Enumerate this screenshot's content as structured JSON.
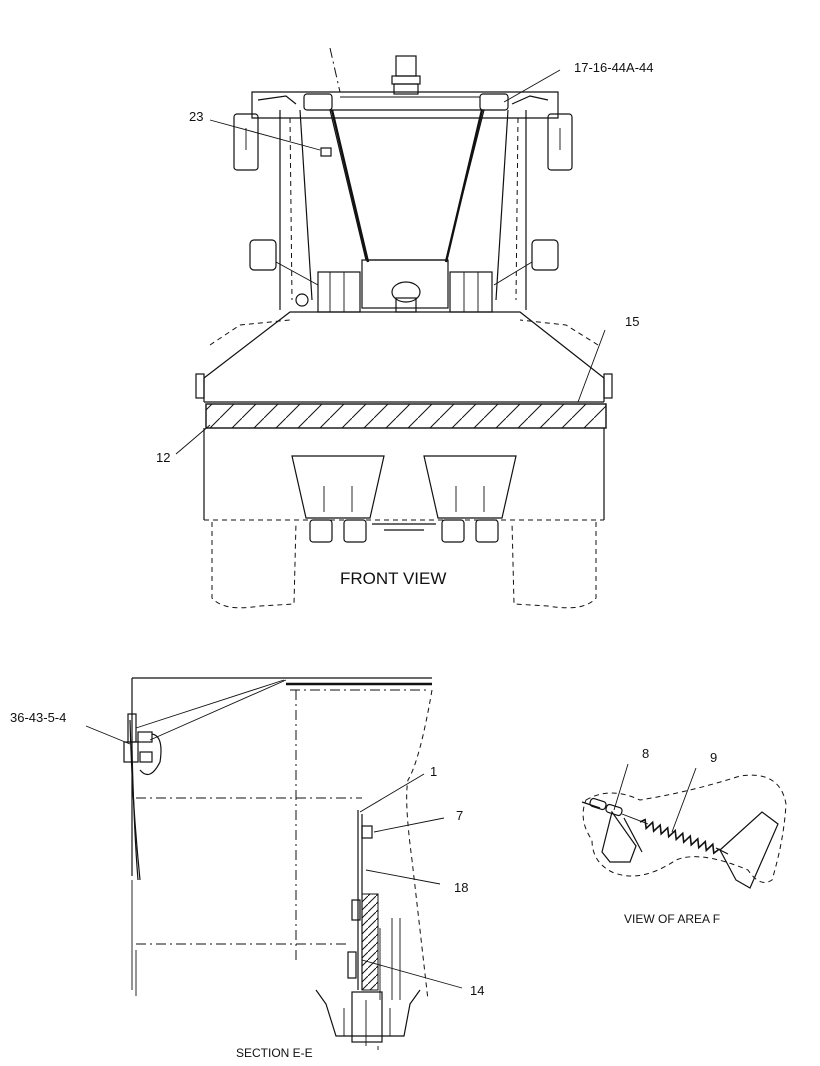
{
  "front_view": {
    "caption": "FRONT VIEW",
    "callouts": {
      "c1": "17-16-44A-44",
      "c2": "23",
      "c3": "15",
      "c4": "12"
    }
  },
  "section": {
    "caption": "SECTION E-E",
    "callouts": {
      "c1": "36-43-5-4",
      "c2": "1",
      "c3": "7",
      "c4": "18",
      "c5": "14"
    }
  },
  "area_view": {
    "caption": "VIEW OF AREA F",
    "callouts": {
      "c1": "8",
      "c2": "9"
    }
  }
}
